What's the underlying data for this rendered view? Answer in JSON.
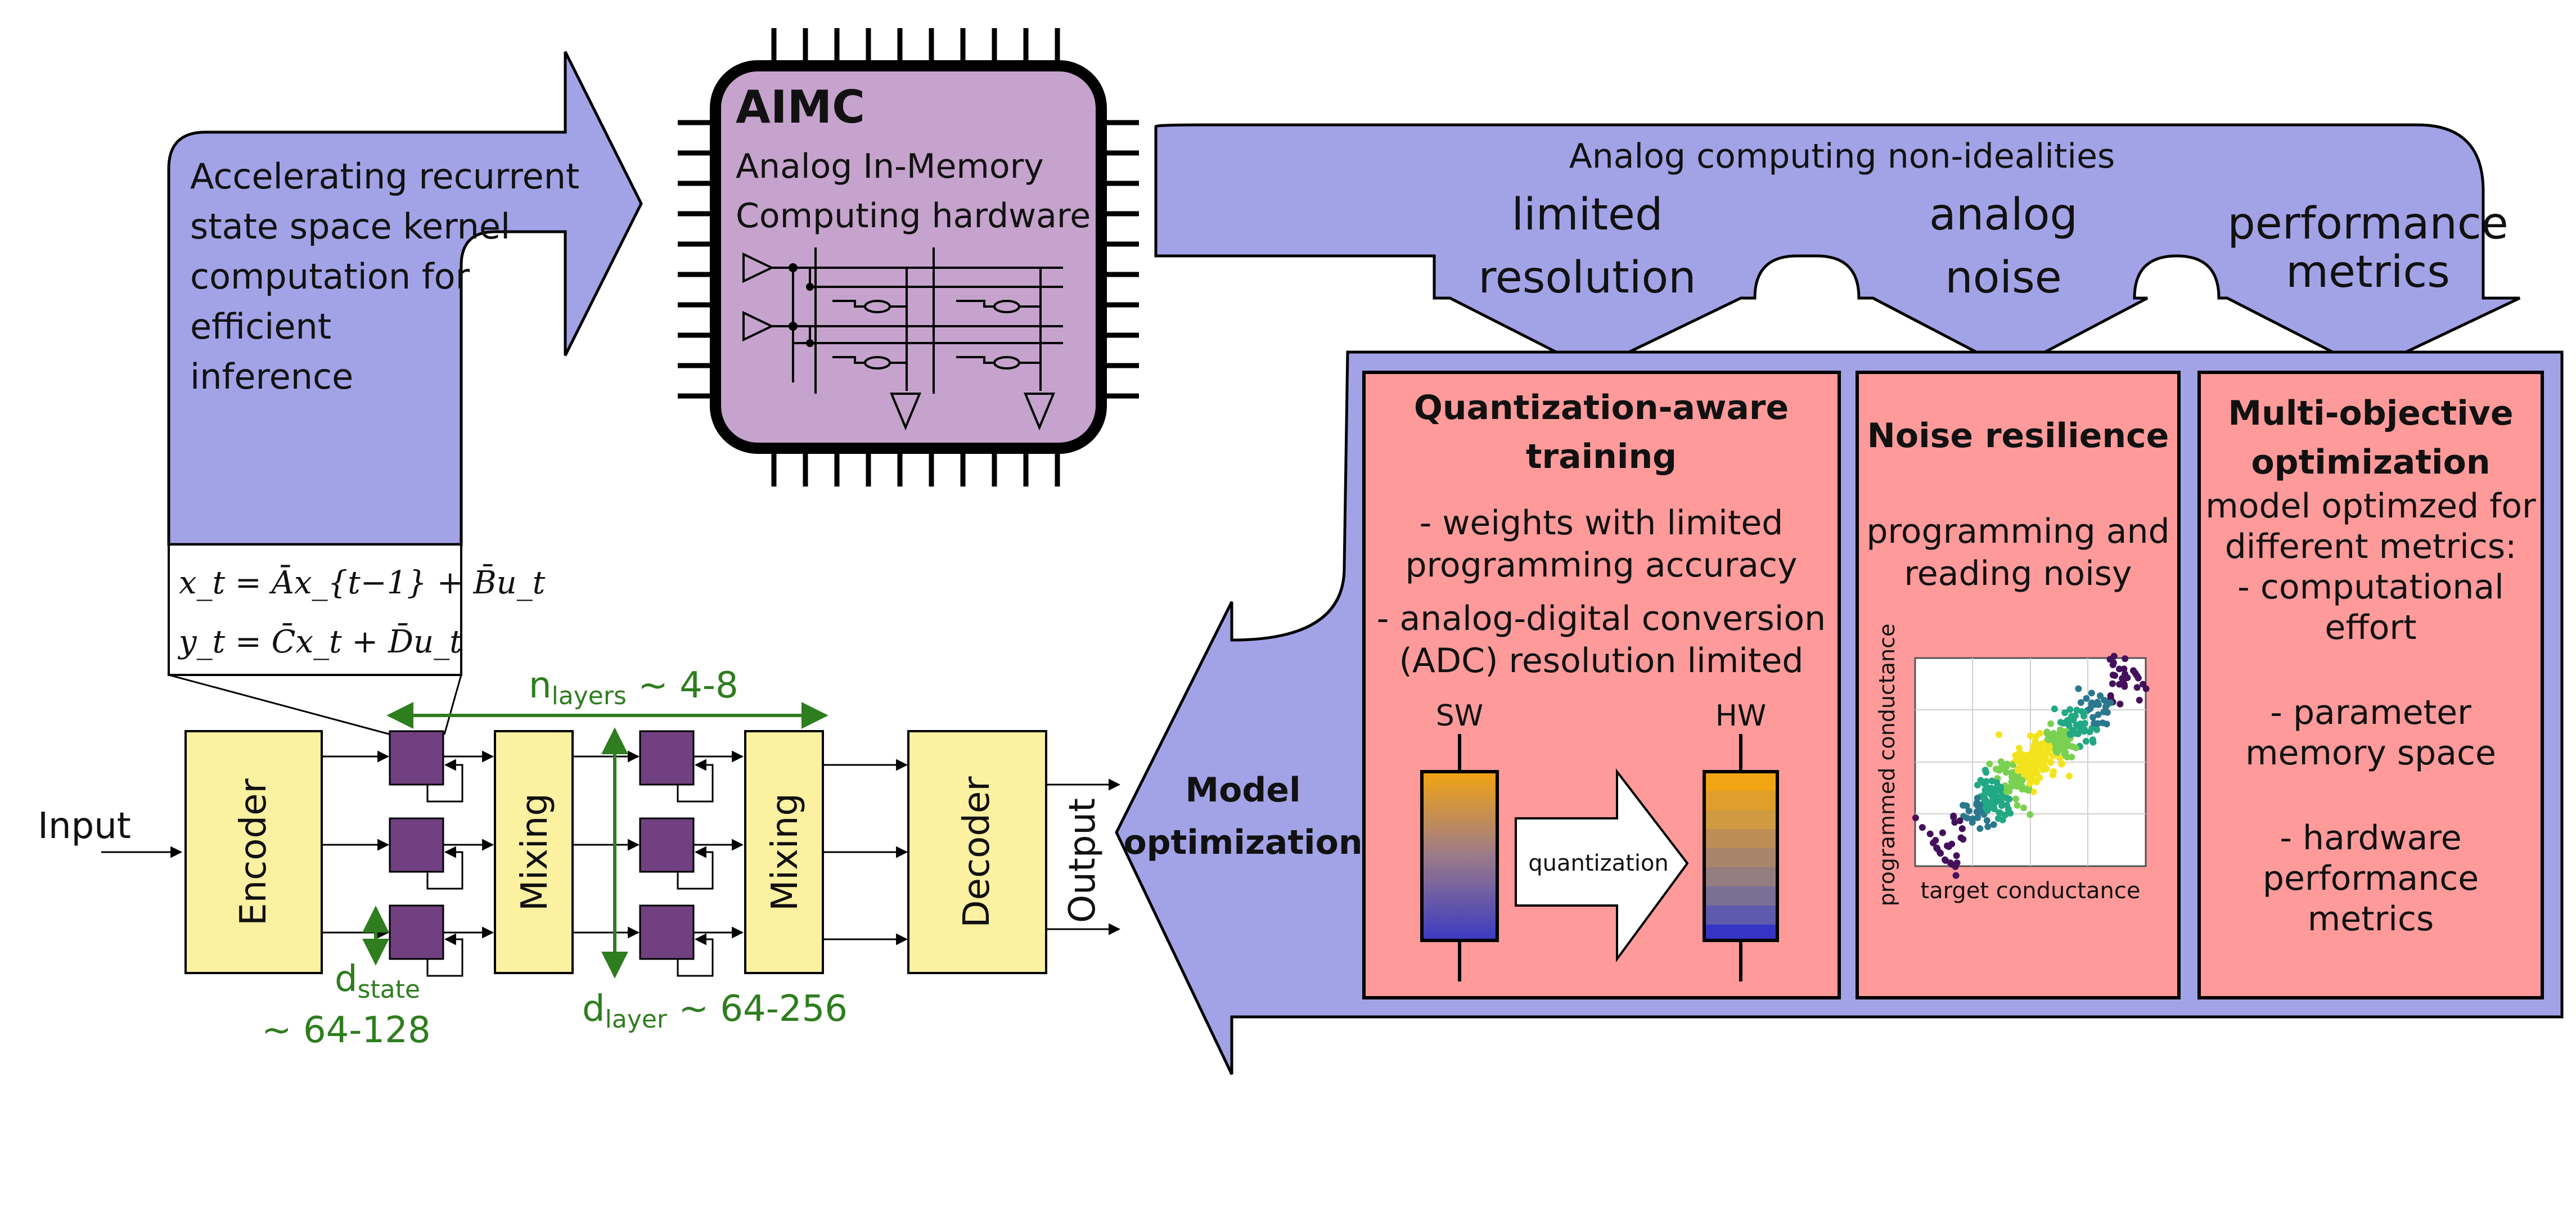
{
  "colors": {
    "blue": "#a2a3e6",
    "purple_chip": "#c5a3cc",
    "red_box": "#fe9a9a",
    "yellow_block": "#fcf0a1",
    "purple_state": "#714080",
    "green_annot": "#2e7d1e"
  },
  "top_arrow": {
    "text": [
      "Accelerating recurrent",
      "state space kernel",
      "computation for",
      "efficient",
      "inference"
    ]
  },
  "chip": {
    "title": "AIMC",
    "subtitle": [
      "Analog In-Memory",
      "Computing hardware"
    ]
  },
  "nonideal": {
    "header": "Analog computing non-idealities",
    "items": [
      [
        "limited",
        "resolution"
      ],
      [
        "analog",
        "noise"
      ],
      [
        "performance",
        "metrics"
      ]
    ]
  },
  "equations": {
    "line1": "x_t = Āx_{t−1} + B̄u_t",
    "line2": "y_t = C̄x_t + D̄u_t"
  },
  "network": {
    "input": "Input",
    "encoder": "Encoder",
    "mixing": "Mixing",
    "decoder": "Decoder",
    "output": "Output",
    "n_layers": {
      "main": "n",
      "sub": "layers",
      "range": " ~ 4-8"
    },
    "d_state": {
      "main": "d",
      "sub": "state",
      "range": "~ 64-128"
    },
    "d_layer": {
      "main": "d",
      "sub": "layer",
      "range": " ~ 64-256"
    }
  },
  "model_opt": {
    "label": [
      "Model",
      "optimization"
    ]
  },
  "panels": {
    "qat": {
      "title": [
        "Quantization-aware",
        "training"
      ],
      "body": [
        "- weights with limited",
        "programming accuracy",
        "- analog-digital conversion",
        "(ADC) resolution limited"
      ],
      "sw": "SW",
      "hw": "HW",
      "arrow": "quantization"
    },
    "noise": {
      "title": "Noise resilience",
      "body": [
        "programming and",
        "reading noisy"
      ],
      "ylabel": "programmed conductance",
      "xlabel": "target conductance"
    },
    "moo": {
      "title": [
        "Multi-objective",
        "optimization"
      ],
      "body": [
        "model optimzed for",
        "different metrics:",
        "- computational",
        "effort",
        "",
        "- parameter",
        "memory space",
        "",
        "- hardware",
        "performance",
        "metrics"
      ]
    }
  }
}
